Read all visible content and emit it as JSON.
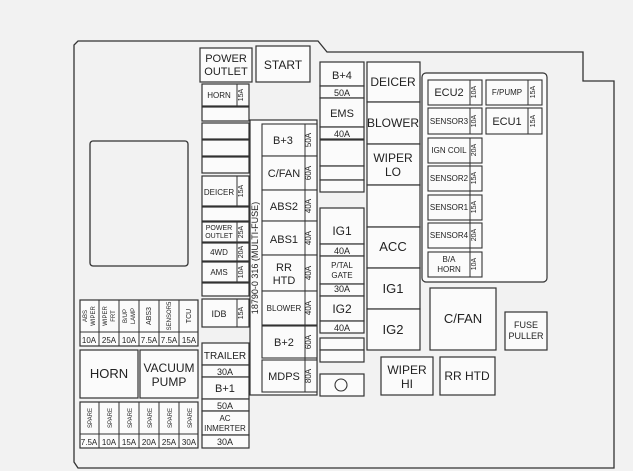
{
  "top_left": {
    "power_outlet": [
      "POWER",
      "OUTLET"
    ],
    "start": "START",
    "horn_fuse": "HORN",
    "horn_amp": "15A",
    "deicer_fuse": "DEICER",
    "deicer_amp": "15A",
    "power_outlet_fuse": [
      "POWER",
      "OUTLET"
    ],
    "power_outlet_amp": "25A",
    "fwd": "4WD",
    "fwd_amp": "20A",
    "ams": "AMS",
    "ams_amp": "10A",
    "idb": "IDB",
    "idb_amp": "15A",
    "trailer": "TRAILER",
    "trailer_amp": "30A",
    "b1": "B+1",
    "b1_amp": "50A",
    "ac_inverter": [
      "AC",
      "INMERTER"
    ],
    "ac_inverter_amp": "30A"
  },
  "left_small_fuses": [
    {
      "label": [
        "ABS",
        "WIPER"
      ],
      "amp": "10A"
    },
    {
      "label": [
        "WIPER",
        "FRT"
      ],
      "amp": "25A"
    },
    {
      "label": [
        "B/UP",
        "LAMP"
      ],
      "amp": "10A"
    },
    {
      "label": [
        "ABS3"
      ],
      "amp": "7.5A"
    },
    {
      "label": [
        "SENSOR5"
      ],
      "amp": "7.5A"
    },
    {
      "label": [
        "TCU"
      ],
      "amp": "15A"
    }
  ],
  "horn_relay": "HORN",
  "vacuum_pump": [
    "VACUUM",
    "PUMP"
  ],
  "spares": [
    {
      "label": "SPARE",
      "amp": "7.5A"
    },
    {
      "label": "SPARE",
      "amp": "10A"
    },
    {
      "label": "SPARE",
      "amp": "15A"
    },
    {
      "label": "SPARE",
      "amp": "20A"
    },
    {
      "label": "SPARE",
      "amp": "25A"
    },
    {
      "label": "SPARE",
      "amp": "30A"
    }
  ],
  "multi_fuse": {
    "part_label": "18790-0 316 (MULTI-FUSE)",
    "items": [
      {
        "label": [
          "B+3"
        ],
        "amp": "50A"
      },
      {
        "label": [
          "C/FAN"
        ],
        "amp": "60A"
      },
      {
        "label": [
          "ABS2"
        ],
        "amp": "40A"
      },
      {
        "label": [
          "ABS1"
        ],
        "amp": "40A"
      },
      {
        "label": [
          "RR",
          "HTD"
        ],
        "amp": "40A"
      },
      {
        "label": [
          "BLOWER"
        ],
        "amp": "40A"
      }
    ],
    "b2": "B+2",
    "b2_amp": "60A",
    "mdps": "MDPS",
    "mdps_amp": "80A"
  },
  "center_column": {
    "b4": "B+4",
    "b4_amp": "50A",
    "ems": "EMS",
    "ems_amp": "40A",
    "ig1": "IG1",
    "ig1_amp": "40A",
    "ptal_gate": [
      "P/TAL",
      "GATE"
    ],
    "ptal_gate_amp": "30A",
    "ig2": "IG2",
    "ig2_amp": "40A"
  },
  "relays": {
    "deicer": "DEICER",
    "blower": "BLOWER",
    "wiper_lo": [
      "WIPER",
      "LO"
    ],
    "acc": "ACC",
    "ig1": "IG1",
    "ig2": "IG2",
    "cfan": "C/FAN",
    "wiper_hi": [
      "WIPER",
      "HI"
    ],
    "rr_htd": "RR HTD",
    "fuse_puller": [
      "FUSE",
      "PULLER"
    ]
  },
  "right_block": {
    "ecu2": "ECU2",
    "ecu2_amp": "10A",
    "fpump": "F/PUMP",
    "fpump_amp": "15A",
    "sensor3": "SENSOR3",
    "sensor3_amp": "10A",
    "ecu1": "ECU1",
    "ecu1_amp": "15A",
    "ign_coil": "IGN COIL",
    "ign_coil_amp": "20A",
    "sensor2": "SENSOR2",
    "sensor2_amp": "15A",
    "sensor1": "SENSOR1",
    "sensor1_amp": "15A",
    "sensor4": "SENSOR4",
    "sensor4_amp": "20A",
    "ba_horn": [
      "B/A",
      "HORN"
    ],
    "ba_horn_amp": "10A"
  }
}
